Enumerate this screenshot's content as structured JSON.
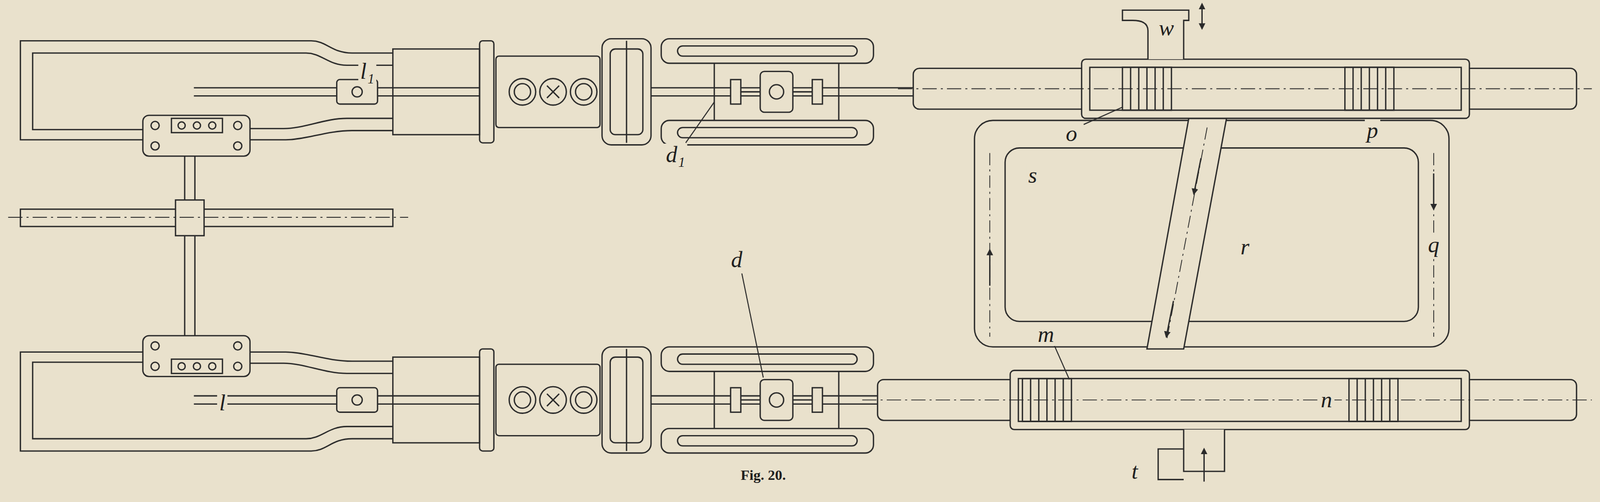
{
  "diagram": {
    "caption": "Fig. 20.",
    "labels": [
      "w",
      "l₁",
      "d₁",
      "o",
      "p",
      "s",
      "r",
      "q",
      "d",
      "m",
      "n",
      "t",
      "l"
    ]
  }
}
